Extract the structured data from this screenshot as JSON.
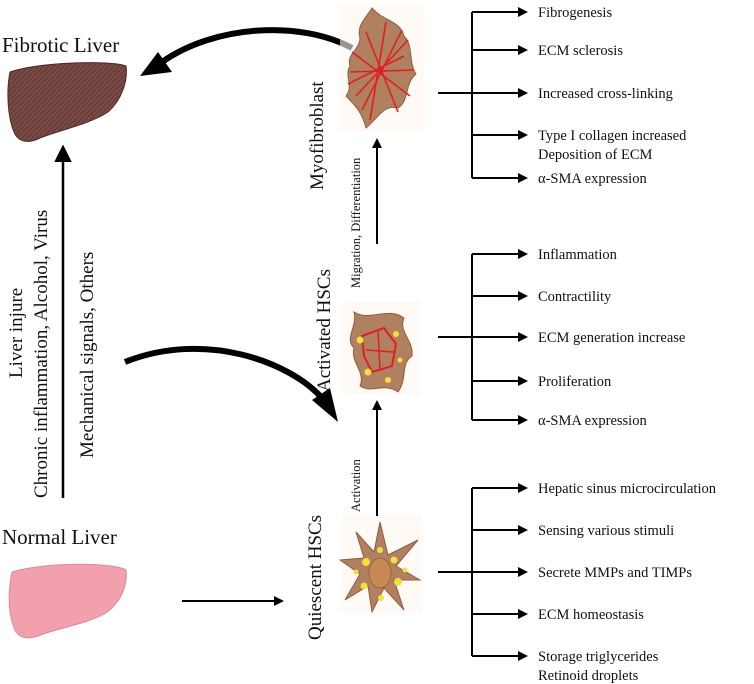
{
  "livers": {
    "fibrotic": {
      "label": "Fibrotic Liver",
      "fill": "#7a4a44"
    },
    "normal": {
      "label": "Normal Liver",
      "fill": "#f2a0ad"
    }
  },
  "injury": {
    "title": "Liver injure",
    "line1": "Chronic inflammation, Alcohol, Virus",
    "line2": "Mechanical signals, Others"
  },
  "stages": {
    "quiescent": {
      "label": "Quiescent HSCs"
    },
    "activated": {
      "label": "Activated HSCs"
    },
    "myofibroblast": {
      "label": "Myofibroblast"
    }
  },
  "transitions": {
    "activation": "Activation",
    "migration": "Migration, Differentiation"
  },
  "functions": {
    "myofibroblast": [
      "Fibrogenesis",
      "ECM sclerosis",
      "Increased cross-linking",
      [
        "Type I collagen increased",
        "Deposition of ECM"
      ],
      "α-SMA expression"
    ],
    "activated": [
      "Inflammation",
      "Contractility",
      "ECM generation increase",
      "Proliferation",
      "α-SMA expression"
    ],
    "quiescent": [
      "Hepatic sinus microcirculation",
      "Sensing various stimuli",
      "Secrete MMPs and TIMPs",
      "ECM homeostasis",
      [
        "Storage triglycerides",
        "Retinoid droplets"
      ]
    ]
  },
  "colors": {
    "cell_body": "#b08060",
    "nucleus": "#c88a55",
    "lipid": "#f0e040",
    "fiber": "#e02020",
    "ink": "#000000"
  },
  "icons": {
    "curved_arrow": "curved-arrow-icon",
    "straight_arrow": "straight-arrow-icon",
    "bracket": "bracket-icon"
  }
}
